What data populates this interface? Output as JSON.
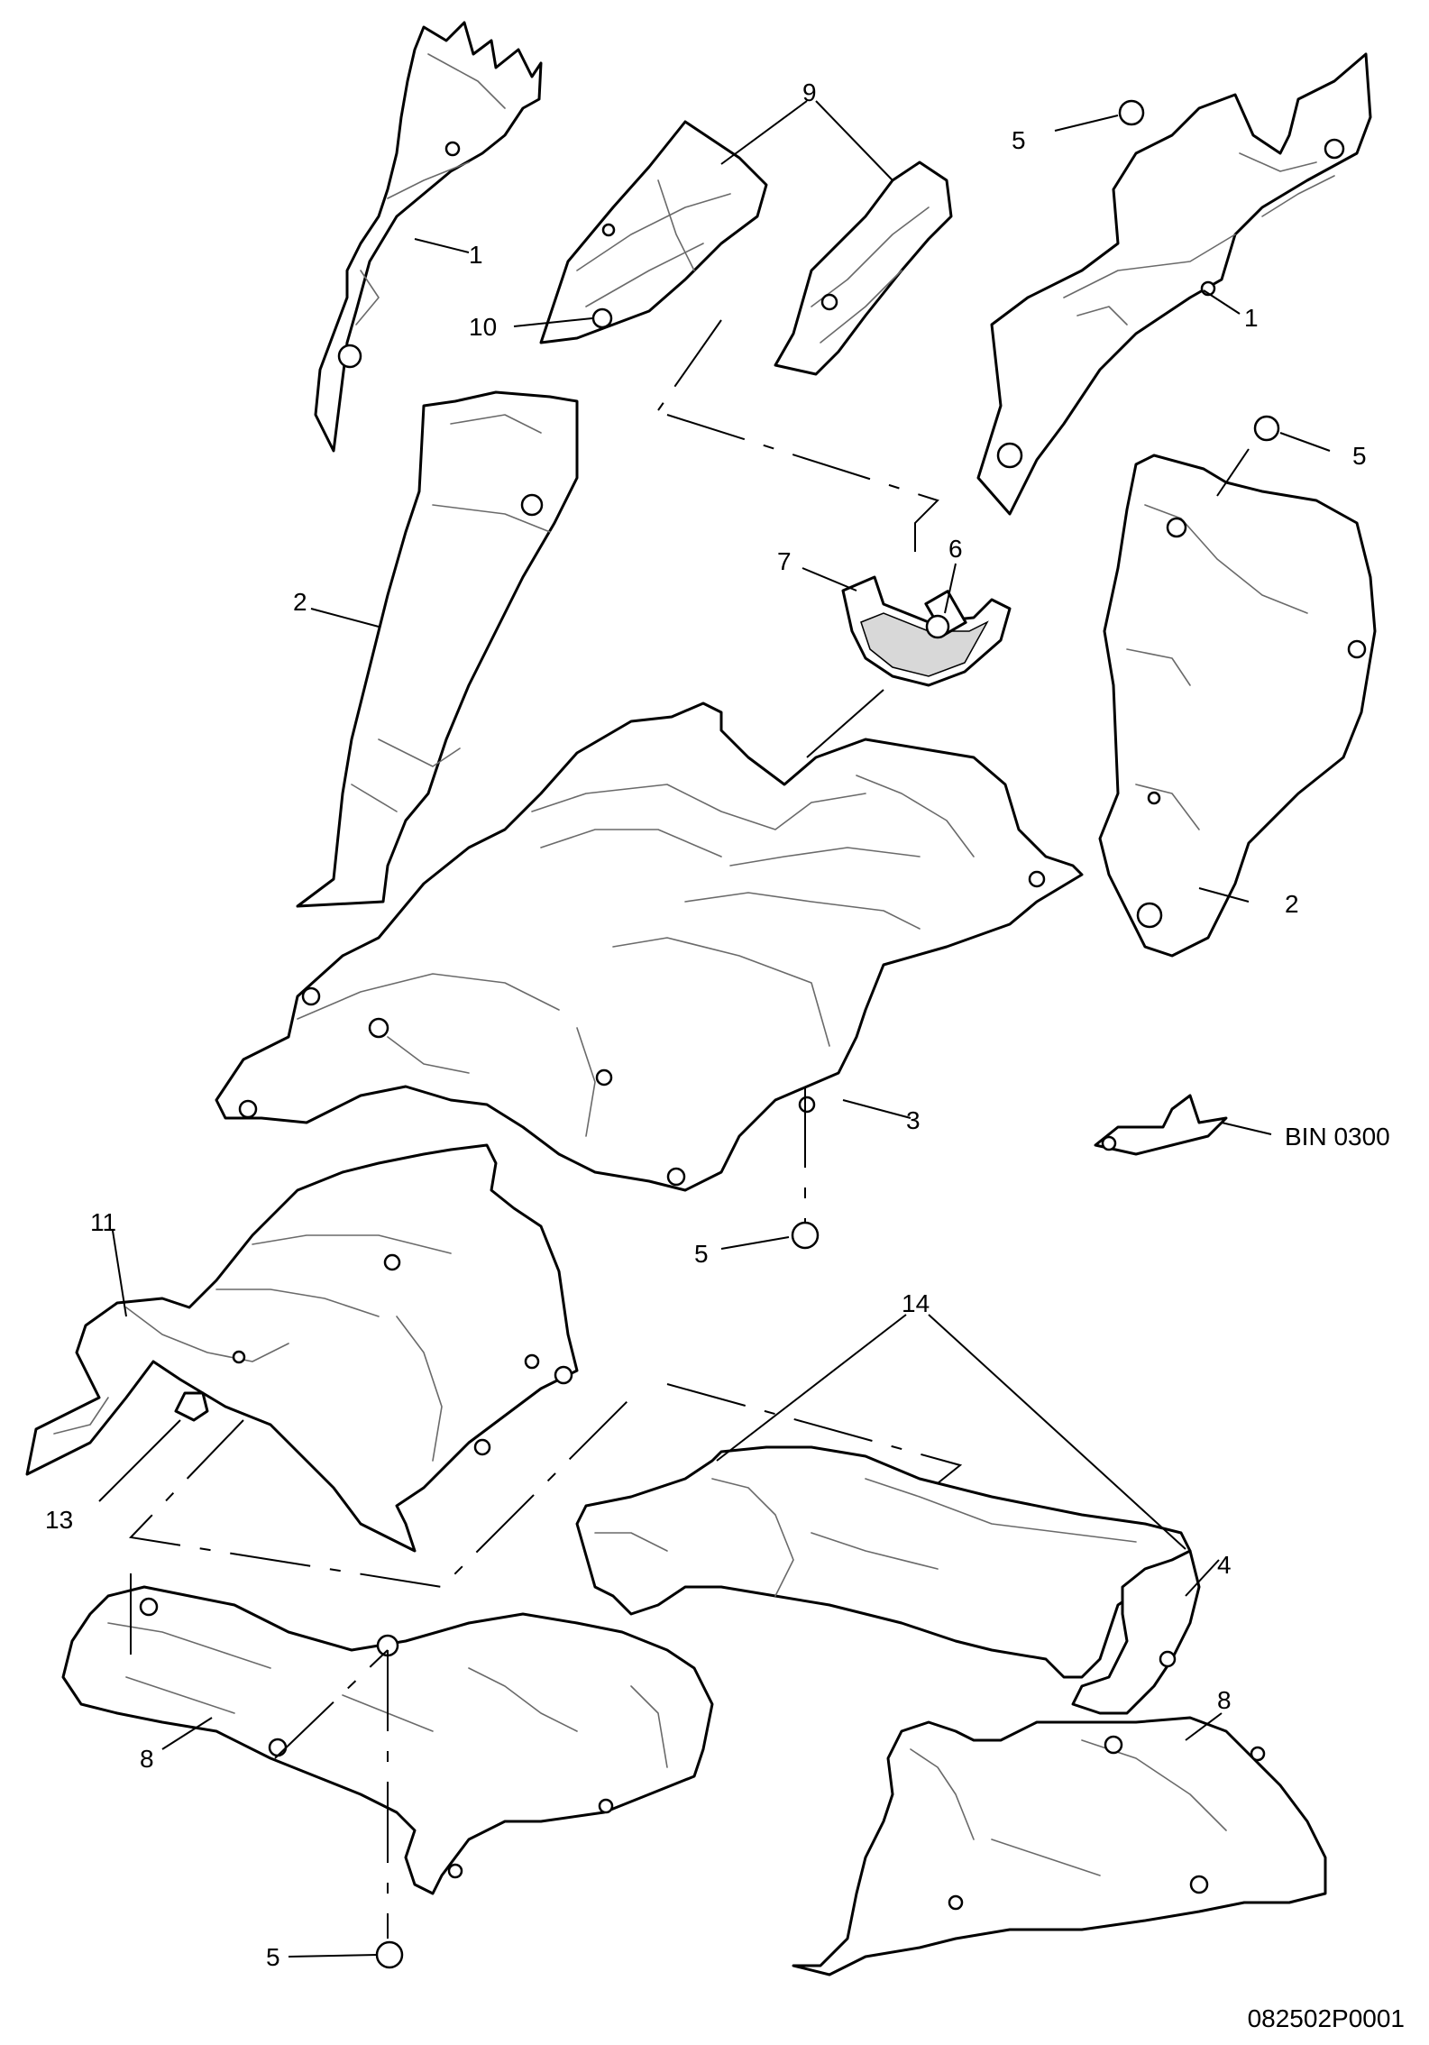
{
  "callouts": {
    "c1a": "1",
    "c1b": "1",
    "c2a": "2",
    "c2b": "2",
    "c3": "3",
    "c4": "4",
    "c5a": "5",
    "c5b": "5",
    "c5c": "5",
    "c5d": "5",
    "c6": "6",
    "c7": "7",
    "c8a": "8",
    "c8b": "8",
    "c9": "9",
    "c10": "10",
    "c11": "11",
    "c13": "13",
    "c14": "14",
    "bin": "BIN 0300"
  },
  "drawing_number": "082502P0001"
}
